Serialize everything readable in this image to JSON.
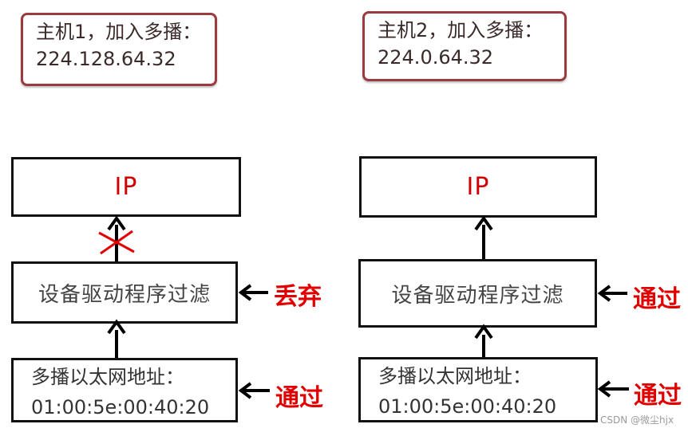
{
  "hosts": [
    {
      "title": "主机1，加入多播：",
      "address": "224.128.64.32",
      "ip_label": "IP",
      "driver_label": "设备驱动程序过滤",
      "driver_status": "丢弃",
      "mac_title": "多播以太网地址：",
      "mac_address": "01:00:5e:00:40:20",
      "mac_status": "通过",
      "ip_path": "blocked"
    },
    {
      "title": "主机2，加入多播：",
      "address": "224.0.64.32",
      "ip_label": "IP",
      "driver_label": "设备驱动程序过滤",
      "driver_status": "通过",
      "mac_title": "多播以太网地址：",
      "mac_address": "01:00:5e:00:40:20",
      "mac_status": "通过",
      "ip_path": "passed"
    }
  ],
  "colors": {
    "host_border": "#9b3a3f",
    "status": "#e00000",
    "blocked_mark": "#e00000"
  },
  "watermark": "CSDN @微尘hjx"
}
